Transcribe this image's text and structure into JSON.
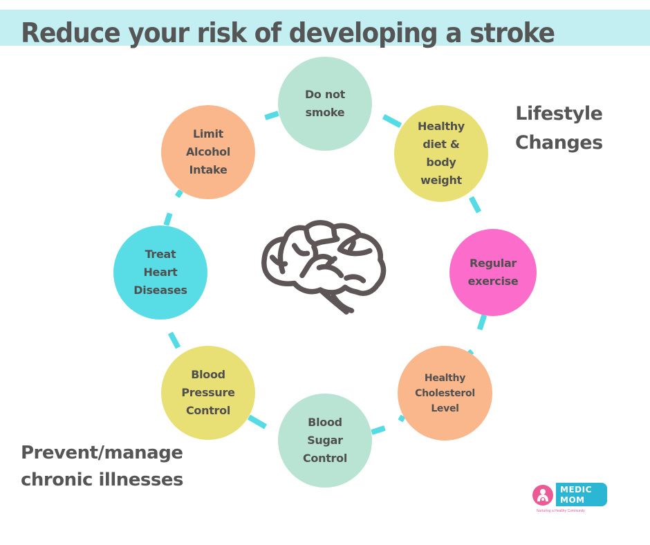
{
  "title": "Reduce your risk of developing a stroke",
  "colors": {
    "title_band": "#c3eff2",
    "text": "#555555",
    "connector": "#55dbe4",
    "brain_stroke": "#5e5656",
    "logo_pink": "#ec5a96",
    "logo_blue": "#2bb6d4"
  },
  "groups": {
    "lifestyle": "Lifestyle\nChanges",
    "chronic": "Prevent/manage\nchronic illnesses"
  },
  "center_icon": "brain-icon",
  "circles": [
    {
      "id": "do-not-smoke",
      "label": "Do not\nsmoke",
      "color": "#b9e4d4",
      "group": "lifestyle"
    },
    {
      "id": "healthy-diet",
      "label": "Healthy\ndiet &\nbody\nweight",
      "color": "#e9e075",
      "group": "lifestyle"
    },
    {
      "id": "regular-exercise",
      "label": "Regular\nexercise",
      "color": "#fb6ccb",
      "group": "lifestyle"
    },
    {
      "id": "healthy-cholesterol",
      "label": "Healthy\nCholesterol\nLevel",
      "color": "#fbb78c",
      "group": "chronic"
    },
    {
      "id": "blood-sugar",
      "label": "Blood\nSugar\nControl",
      "color": "#b9e4d4",
      "group": "chronic"
    },
    {
      "id": "blood-pressure",
      "label": "Blood\nPressure\nControl",
      "color": "#e9e075",
      "group": "chronic"
    },
    {
      "id": "treat-heart",
      "label": "Treat\nHeart\nDiseases",
      "color": "#58dde6",
      "group": "chronic"
    },
    {
      "id": "limit-alcohol",
      "label": "Limit\nAlcohol\nIntake",
      "color": "#fbb78c",
      "group": "lifestyle"
    }
  ],
  "logo": {
    "line1": "MEDIC",
    "line2": "MOM",
    "tagline": "Nurturing a Healthy Community"
  }
}
